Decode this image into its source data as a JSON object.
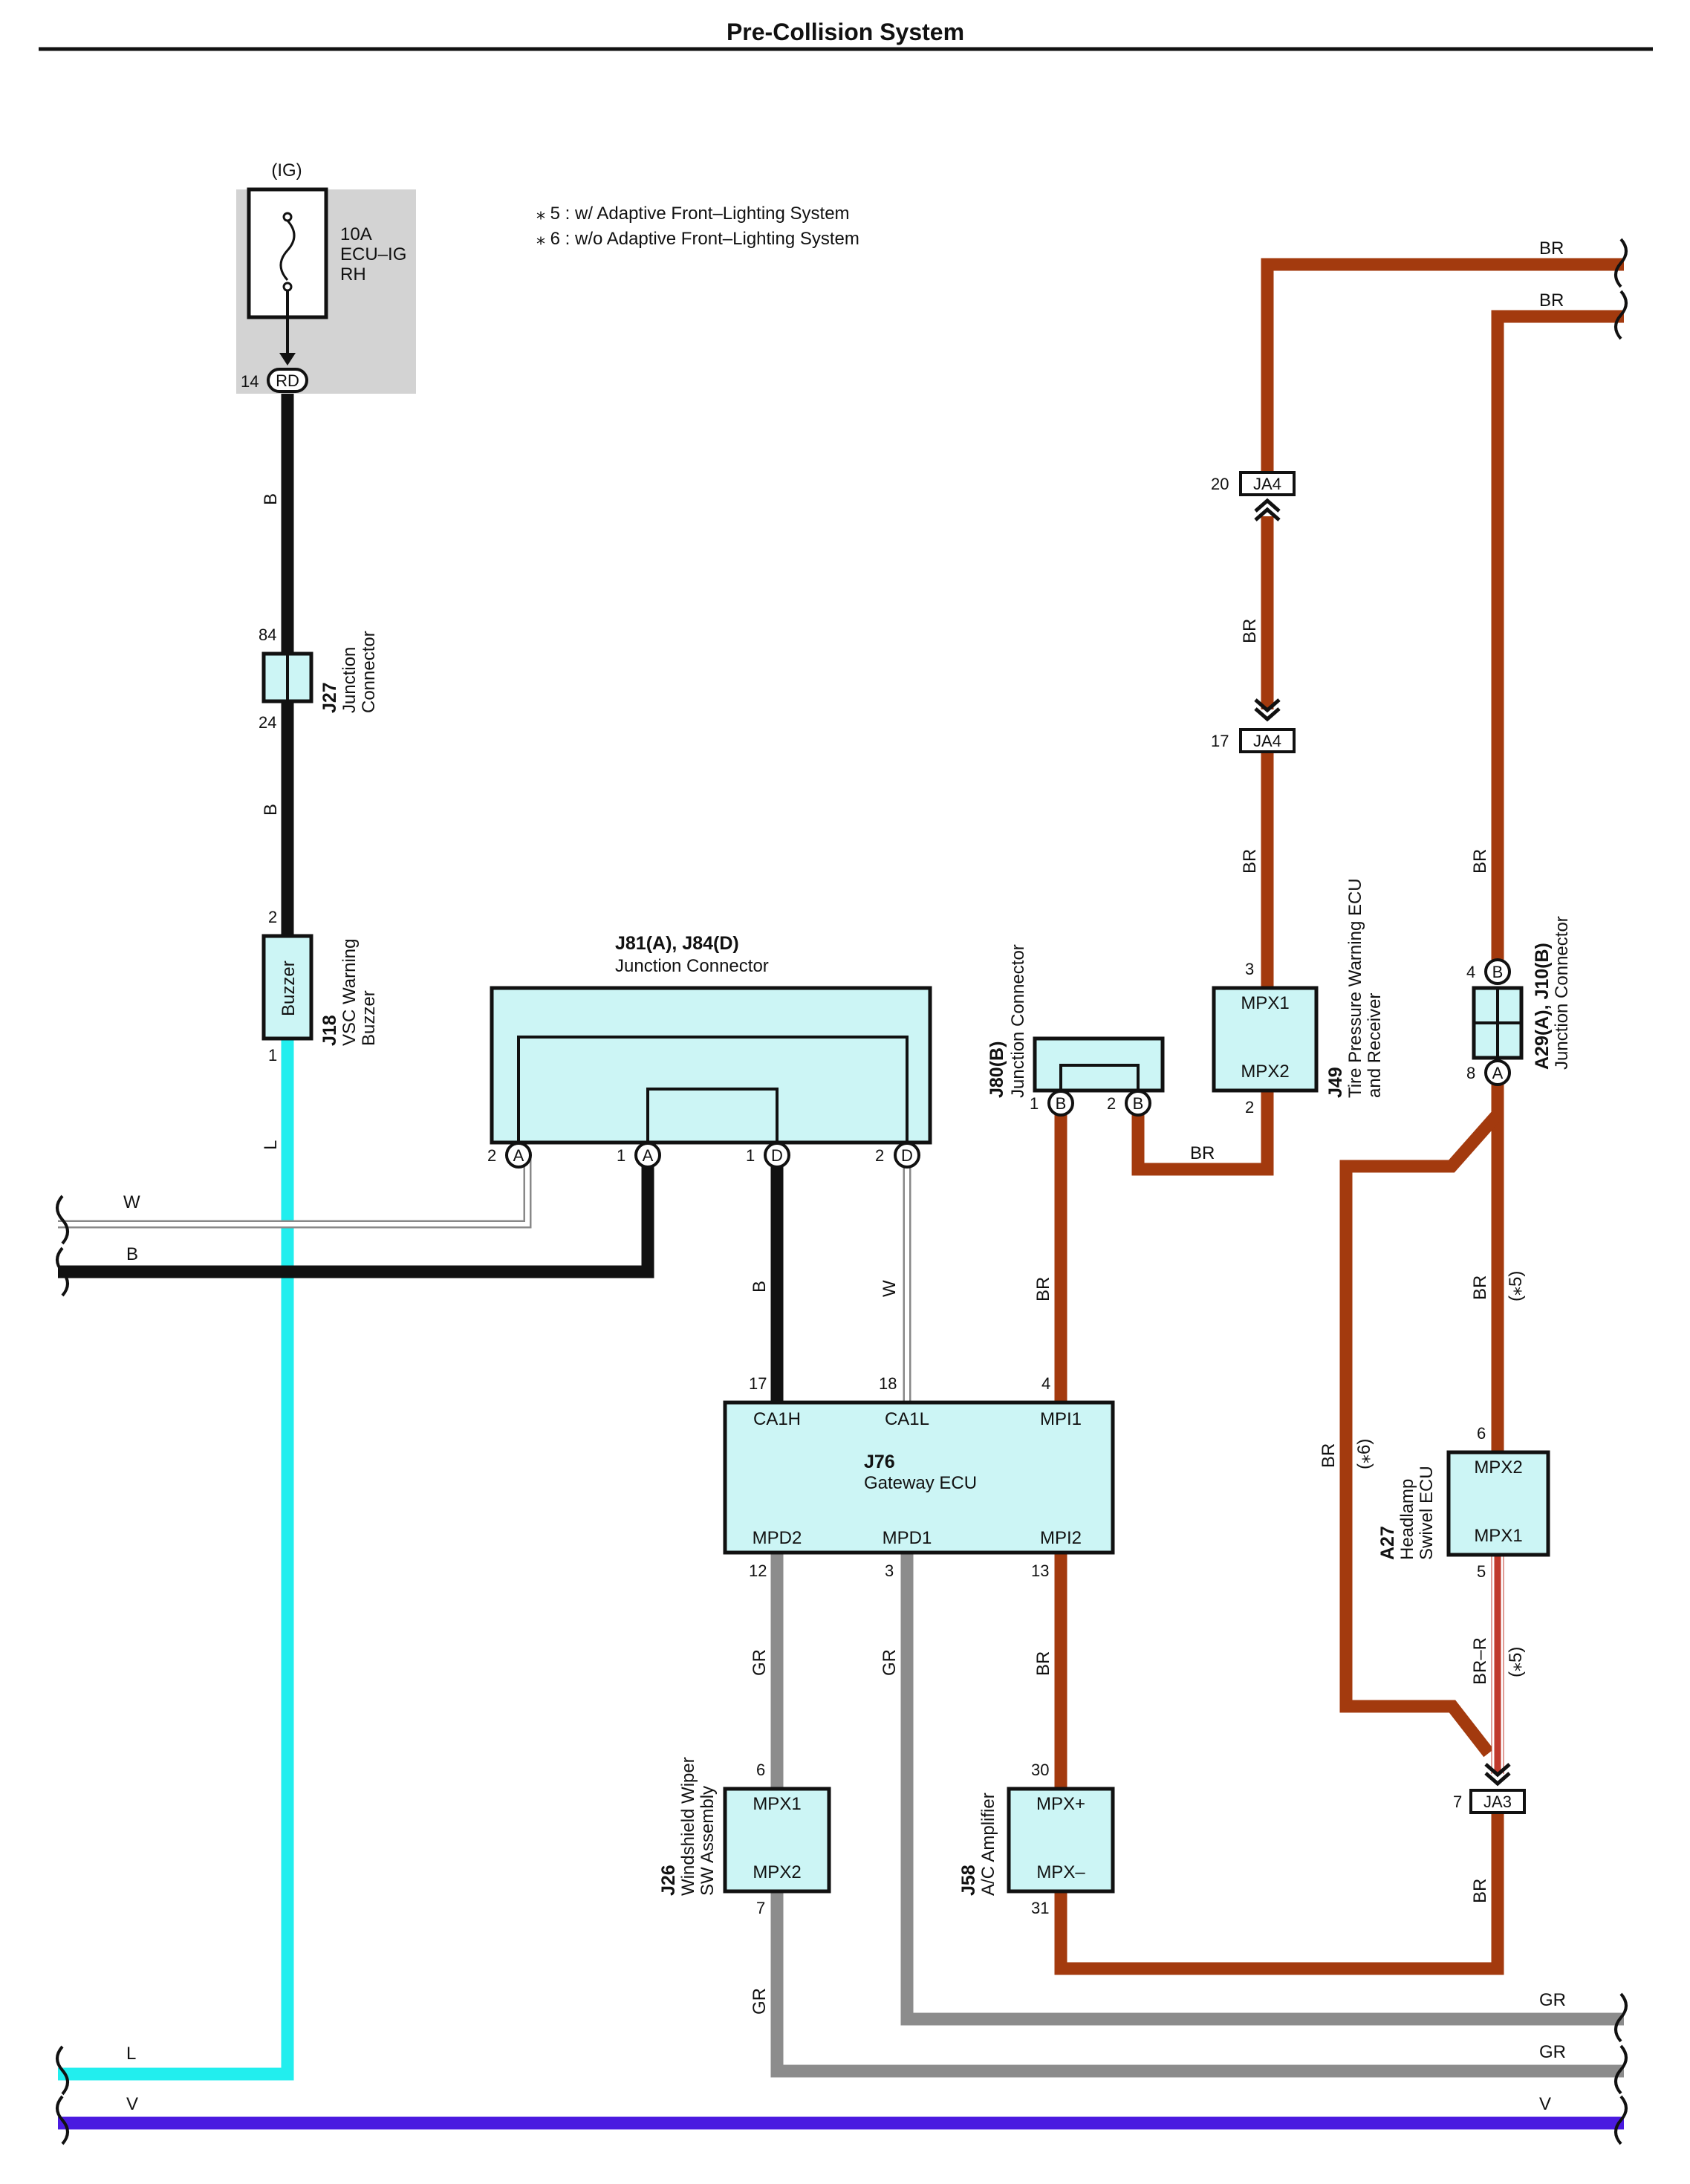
{
  "title": "Pre-Collision System",
  "notes": [
    "⁎ 5 : w/ Adaptive Front–Lighting System",
    "⁎ 6 : w/o Adaptive Front–Lighting System"
  ],
  "colors": {
    "B": "#111111",
    "BR": "#a33a0e",
    "L": "#22eeee",
    "V": "#4a1ae0",
    "GR": "#8c8c8c",
    "W": "#ffffff",
    "BR-R": "#c0392b",
    "box_fill": "#ccf5f5",
    "fuse_area": "#d3d3d3"
  },
  "fuse": {
    "ig": "(IG)",
    "rating": "10A",
    "name_line1": "ECU–IG",
    "name_line2": "RH",
    "pin": "14",
    "connector": "RD"
  },
  "j27": {
    "id": "J27",
    "line1": "Junction",
    "line2": "Connector",
    "pin_top": "84",
    "pin_bottom": "24"
  },
  "j18": {
    "id": "J18",
    "line1": "VSC Warning",
    "line2": "Buzzer",
    "inner": "Buzzer",
    "pin_top": "2",
    "pin_bottom": "1"
  },
  "j81": {
    "id": "J81(A), J84(D)",
    "name": "Junction Connector",
    "pins": [
      "2",
      "A",
      "1",
      "A",
      "1",
      "D",
      "2",
      "D"
    ]
  },
  "j80": {
    "id": "J80(B)",
    "name": "Junction Connector",
    "pins": [
      "1",
      "B",
      "2",
      "B"
    ]
  },
  "j76": {
    "id": "J76",
    "name": "Gateway ECU",
    "top_terms": [
      "CA1H",
      "CA1L",
      "MPI1"
    ],
    "top_pins": [
      "17",
      "18",
      "4"
    ],
    "bottom_terms": [
      "MPD2",
      "MPD1",
      "MPI2"
    ],
    "bottom_pins": [
      "12",
      "3",
      "13"
    ]
  },
  "j49": {
    "id": "J49",
    "line1": "Tire Pressure Warning ECU",
    "line2": "and Receiver",
    "term_top": "MPX1",
    "term_bottom": "MPX2",
    "pin_top": "3",
    "pin_bottom": "2"
  },
  "ja4": {
    "label": "JA4",
    "pin_top": "20",
    "pin_bottom": "17"
  },
  "a29": {
    "id": "A29(A), J10(B)",
    "name": "Junction Connector",
    "pin_top": "4",
    "conn_top": "B",
    "pin_bottom": "8",
    "conn_bottom": "A"
  },
  "a27": {
    "id": "A27",
    "line1": "Headlamp",
    "line2": "Swivel ECU",
    "term_top": "MPX2",
    "term_bottom": "MPX1",
    "pin_top": "6",
    "pin_bottom": "5"
  },
  "ja3": {
    "label": "JA3",
    "pin": "7"
  },
  "j26": {
    "id": "J26",
    "line1": "Windshield Wiper",
    "line2": "SW Assembly",
    "term_top": "MPX1",
    "term_bottom": "MPX2",
    "pin_top": "6",
    "pin_bottom": "7"
  },
  "j58": {
    "id": "J58",
    "line1": "A/C Amplifier",
    "term_top": "MPX+",
    "term_bottom": "MPX–",
    "pin_top": "30",
    "pin_bottom": "31"
  },
  "wire_labels": {
    "B": "B",
    "L": "L",
    "W": "W",
    "BR": "BR",
    "GR": "GR",
    "V": "V",
    "BR_R": "BR–R",
    "note5": "(⁎5)",
    "note6": "(⁎6)"
  }
}
